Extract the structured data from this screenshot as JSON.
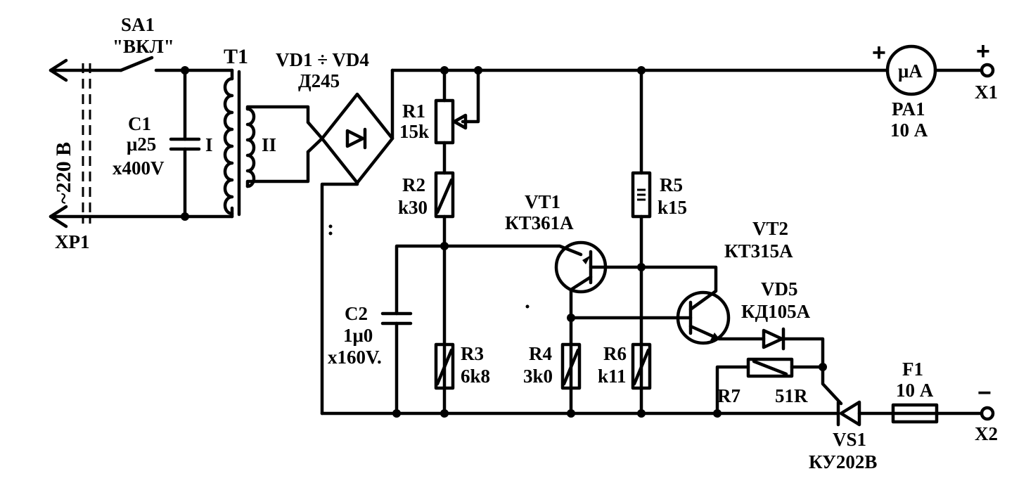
{
  "mains": {
    "voltage": "~220 В",
    "plug": "XP1"
  },
  "switch": {
    "ref": "SA1",
    "state": "\"ВКЛ\""
  },
  "transformer": {
    "ref": "T1",
    "primary": "I",
    "secondary": "II"
  },
  "bridge": {
    "ref": "VD1 ÷ VD4",
    "type": "Д245"
  },
  "components": {
    "C1": {
      "ref": "C1",
      "value": "μ25",
      "voltage": "x400V"
    },
    "C2": {
      "ref": "C2",
      "value": "1μ0",
      "voltage": "x160V."
    },
    "R1": {
      "ref": "R1",
      "value": "15k"
    },
    "R2": {
      "ref": "R2",
      "value": "k30"
    },
    "R3": {
      "ref": "R3",
      "value": "6k8"
    },
    "R4": {
      "ref": "R4",
      "value": "3k0"
    },
    "R5": {
      "ref": "R5",
      "value": "k15"
    },
    "R6": {
      "ref": "R6",
      "value": "k11"
    },
    "R7": {
      "ref": "R7",
      "value": "51R"
    },
    "VT1": {
      "ref": "VT1",
      "type": "КТ361А"
    },
    "VT2": {
      "ref": "VT2",
      "type": "КТ315А"
    },
    "VD5": {
      "ref": "VD5",
      "type": "КД105А"
    },
    "VS1": {
      "ref": "VS1",
      "type": "КУ202В"
    },
    "F1": {
      "ref": "F1",
      "rating": "10 А"
    },
    "PA1": {
      "ref": "PA1",
      "rating": "10 А",
      "symbol": "μA",
      "polarity": "+"
    }
  },
  "terminals": {
    "X1": {
      "ref": "X1",
      "polarity": "+"
    },
    "X2": {
      "ref": "X2",
      "polarity": "−"
    }
  }
}
